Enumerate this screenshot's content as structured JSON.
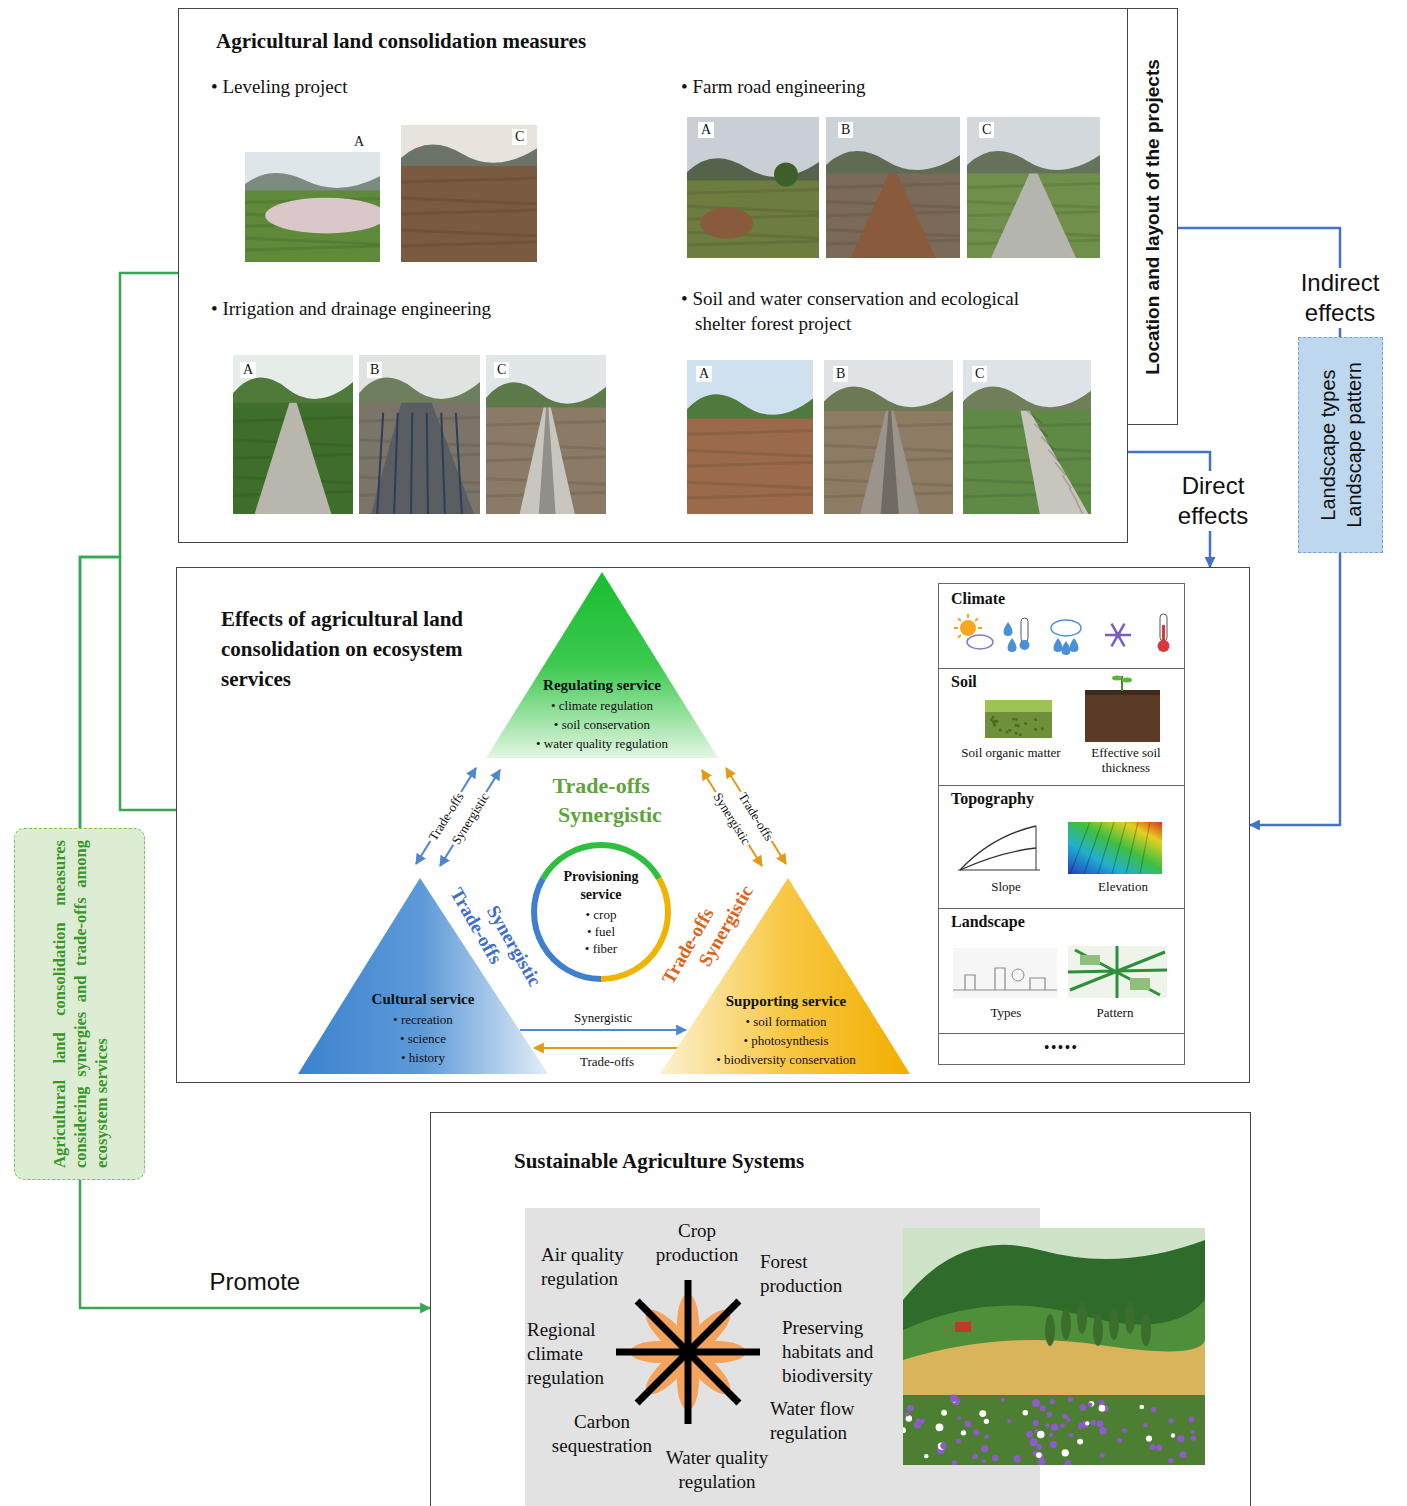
{
  "diagram": {
    "nodes": [
      {
        "text": [
          "Agricultural land consolidation measures"
        ]
      },
      {
        "text": [
          "Location and layout of the projects"
        ]
      },
      {
        "text": [
          "Effects of agricultural land consolidation on ecosystem services"
        ]
      },
      {
        "text": [
          "Regulating service",
          "• climate regulation",
          "• soil conservation",
          "• water quality regulation"
        ],
        "in": 2
      },
      {
        "text": [
          "Provisioning service",
          "• crop",
          "• fuel",
          "• fiber"
        ],
        "in": 2
      },
      {
        "text": [
          "Cultural service",
          "• recreation",
          "• science",
          "• history"
        ],
        "in": 2
      },
      {
        "text": [
          "Supporting service",
          "• soil formation",
          "• photosynthesis",
          "• biodiversity conservation"
        ],
        "in": 2
      },
      {
        "text": [
          "Climate"
        ],
        "in": 2
      },
      {
        "text": [
          "Soil",
          "Soil organic matter",
          "Effective soil thickness"
        ],
        "in": 2
      },
      {
        "text": [
          "Topography",
          "Slope",
          "Elevation"
        ],
        "in": 2
      },
      {
        "text": [
          "Landscape",
          "Types",
          "Pattern"
        ],
        "in": 2
      },
      {
        "text": [
          "•••••"
        ],
        "in": 2
      },
      {
        "text": [
          "Sustainable Agriculture Systems"
        ]
      },
      {
        "text": [
          "Agricultural land consolidation measures considering synergies and trade-offs among ecosystem services"
        ]
      },
      {
        "text": [
          "Landscape types",
          "Landscape pattern"
        ]
      }
    ],
    "edges": [
      {
        "from": 0,
        "to": 13,
        "arrow": "none"
      },
      {
        "from": 2,
        "to": 13,
        "arrow": "none"
      },
      {
        "from": 13,
        "to": 12,
        "arrow": "to",
        "label": "Promote"
      },
      {
        "from": 0,
        "to": 2,
        "arrow": "to",
        "label": "Direct effects"
      },
      {
        "from": 1,
        "to": 14,
        "arrow": "none",
        "label": "Indirect effects"
      },
      {
        "from": 14,
        "to": 2,
        "arrow": "to"
      },
      {
        "from": 3,
        "to": 5,
        "arrow": "both",
        "label": "Trade-offs"
      },
      {
        "from": 3,
        "to": 5,
        "arrow": "both",
        "label": "Synergistic"
      },
      {
        "from": 3,
        "to": 6,
        "arrow": "both",
        "label": "Synergistic"
      },
      {
        "from": 3,
        "to": 6,
        "arrow": "both",
        "label": "Trade-offs"
      },
      {
        "from": 5,
        "to": 6,
        "arrow": "to",
        "label": "Synergistic"
      },
      {
        "from": 6,
        "to": 5,
        "arrow": "to",
        "label": "Trade-offs"
      }
    ],
    "labels": [
      "• Leveling project",
      "A",
      "C",
      "• Farm road engineering",
      "A",
      "B",
      "C",
      "• Irrigation and drainage engineering",
      "A",
      "B",
      "C",
      "• Soil and water conservation and ecological shelter forest project",
      "A",
      "B",
      "C",
      "Trade-offs",
      "Synergistic",
      "Trade-offs",
      "Synergistic",
      "Trade-offs",
      "Synergistic",
      "Crop production",
      "Forest production",
      "Preserving habitats and biodiversity",
      "Water flow regulation",
      "Water quality regulation",
      "Carbon sequestration",
      "Regional climate regulation",
      "Air quality regulation"
    ]
  }
}
